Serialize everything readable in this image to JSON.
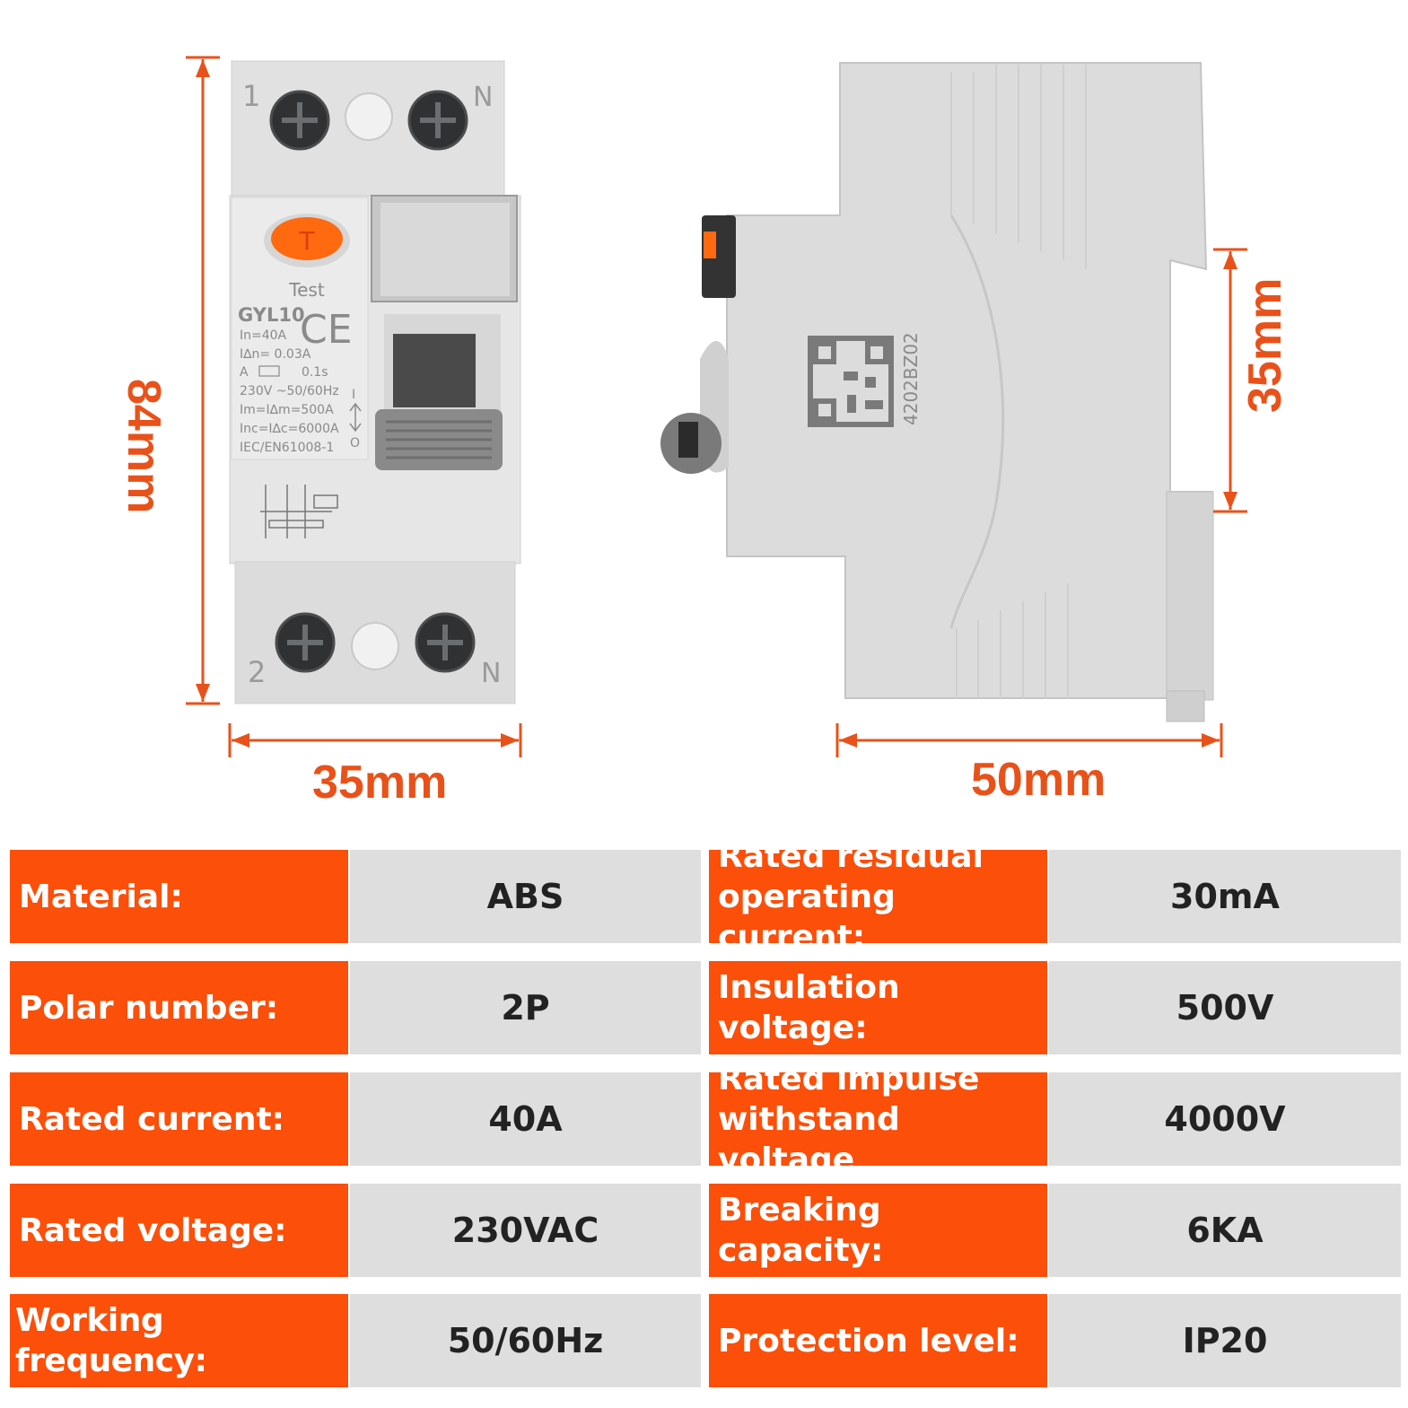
{
  "colors": {
    "accent": "#fb4f0a",
    "dimension_line": "#e8521a",
    "value_cell": "#dedede",
    "device_body": "#dcdcdc"
  },
  "dimensions": {
    "height": "84mm",
    "front_width": "35mm",
    "side_width": "50mm",
    "rail_height": "35mm"
  },
  "front_label": {
    "terminal_top_left": "1",
    "terminal_top_right": "N",
    "terminal_bottom_left": "2",
    "terminal_bottom_right": "N",
    "test_button_letter": "T",
    "test_label": "Test",
    "model": "GYL10",
    "ce_mark": "CE",
    "line_in": "In=40A",
    "line_idn": "I∆n= 0.03A",
    "line_type": "A",
    "line_time": "0.1s",
    "line_voltage": "230V ~50/60Hz",
    "line_im": "Im=I∆m=500A",
    "line_inc": "Inc=I∆c=6000A",
    "line_std": "IEC/EN61008-1",
    "switch_on": "I",
    "switch_off": "O"
  },
  "side_label": {
    "code": "4202BZ02"
  },
  "specs": {
    "left": [
      {
        "key": "Material:",
        "value": "ABS"
      },
      {
        "key": "Polar number:",
        "value": "2P"
      },
      {
        "key": "Rated current:",
        "value": "40A"
      },
      {
        "key": "Rated voltage:",
        "value": "230VAC"
      },
      {
        "key": "Working frequency:",
        "value": "50/60Hz"
      }
    ],
    "right": [
      {
        "key": "Rated residual\noperating current:",
        "value": "30mA"
      },
      {
        "key": "Insulation voltage:",
        "value": "500V"
      },
      {
        "key": "Rated impulse\nwithstand voltage",
        "value": "4000V"
      },
      {
        "key": "Breaking capacity:",
        "value": "6KA"
      },
      {
        "key": "Protection level:",
        "value": "IP20"
      }
    ]
  }
}
